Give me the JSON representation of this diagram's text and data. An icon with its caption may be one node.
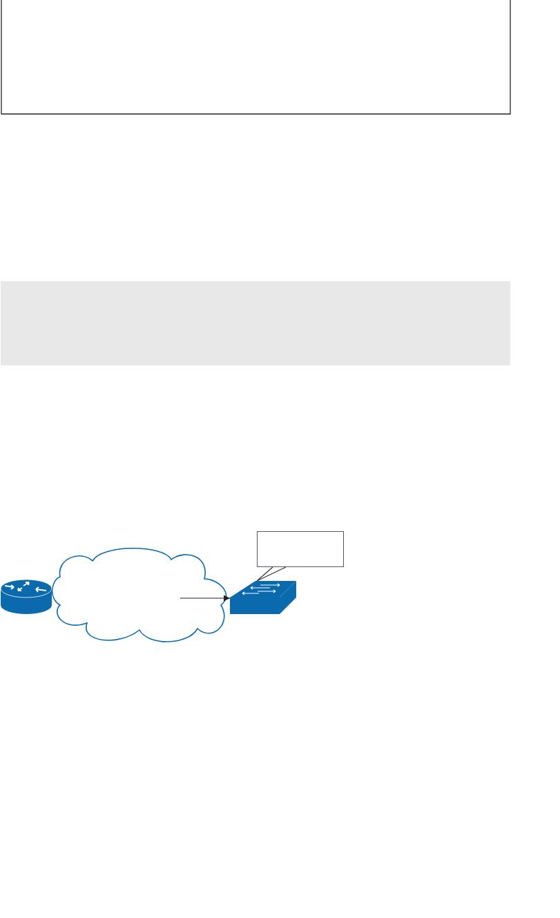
{
  "diagram": {
    "nodes": [
      {
        "text": [],
        "shape": "box"
      },
      {
        "text": [],
        "shape": "bar"
      },
      {
        "text": [],
        "shape": "cylinder"
      },
      {
        "text": [],
        "shape": "cloud"
      },
      {
        "text": [],
        "shape": "picture"
      },
      {
        "text": [],
        "shape": "box"
      }
    ],
    "edges": [
      {
        "from": 3,
        "to": 4,
        "arrow": "to"
      },
      {
        "from": 5,
        "to": 4,
        "arrow": "none"
      }
    ]
  }
}
